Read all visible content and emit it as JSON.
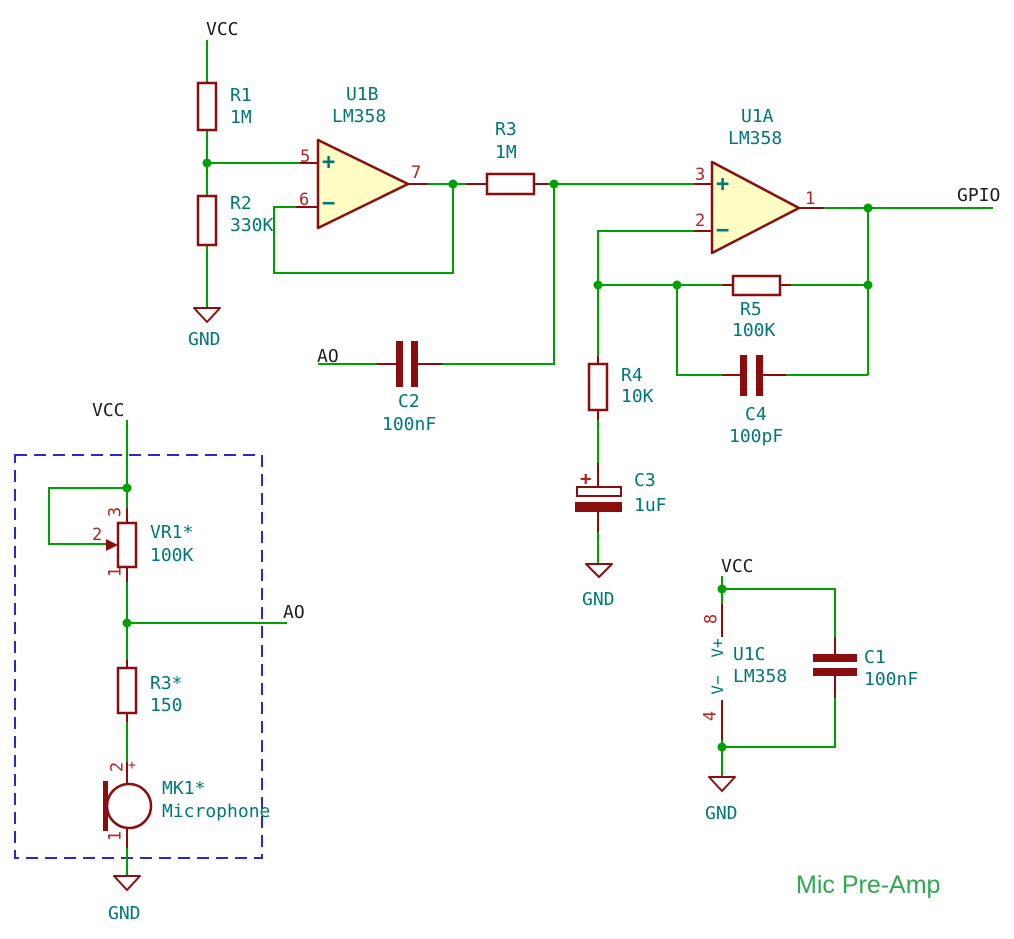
{
  "title": "Mic Pre-Amp",
  "colors": {
    "wire_green": "#00A000",
    "component_dark_red": "#8A0E0E",
    "pin_number_red": "#B32222",
    "field_teal": "#007878",
    "net_black": "#1D1D1D",
    "enclosure_blue": "#2A2AC4",
    "opamp_fill": "#FFFCC4",
    "title_green": "#2EA94F"
  },
  "power": {
    "vcc": "VCC",
    "gnd": "GND"
  },
  "nets": {
    "ao": "AO",
    "gpio": "GPIO"
  },
  "components": {
    "r1": {
      "ref": "R1",
      "value": "1M"
    },
    "r2": {
      "ref": "R2",
      "value": "330K"
    },
    "r3_top": {
      "ref": "R3",
      "value": "1M"
    },
    "r4": {
      "ref": "R4",
      "value": "10K"
    },
    "r5": {
      "ref": "R5",
      "value": "100K"
    },
    "c1": {
      "ref": "C1",
      "value": "100nF"
    },
    "c2": {
      "ref": "C2",
      "value": "100nF"
    },
    "c3": {
      "ref": "C3",
      "value": "1uF",
      "polarity": "+"
    },
    "c4": {
      "ref": "C4",
      "value": "100pF"
    },
    "vr1": {
      "ref": "VR1*",
      "value": "100K",
      "pins": {
        "p1": "1",
        "p2": "2",
        "p3": "3"
      }
    },
    "r3_star": {
      "ref": "R3*",
      "value": "150"
    },
    "mk1": {
      "ref": "MK1*",
      "value": "Microphone",
      "polarity": "+",
      "pins": {
        "p1": "1",
        "p2": "2"
      }
    },
    "u1b": {
      "ref": "U1B",
      "value": "LM358",
      "plus": "+",
      "minus": "−",
      "pins": {
        "in_plus": "5",
        "in_minus": "6",
        "out": "7"
      }
    },
    "u1a": {
      "ref": "U1A",
      "value": "LM358",
      "plus": "+",
      "minus": "−",
      "pins": {
        "in_plus": "3",
        "in_minus": "2",
        "out": "1"
      }
    },
    "u1c": {
      "ref": "U1C",
      "value": "LM358",
      "vplus": "V+",
      "vminus": "V−",
      "pins": {
        "vplus_num": "8",
        "vminus_num": "4"
      }
    }
  }
}
